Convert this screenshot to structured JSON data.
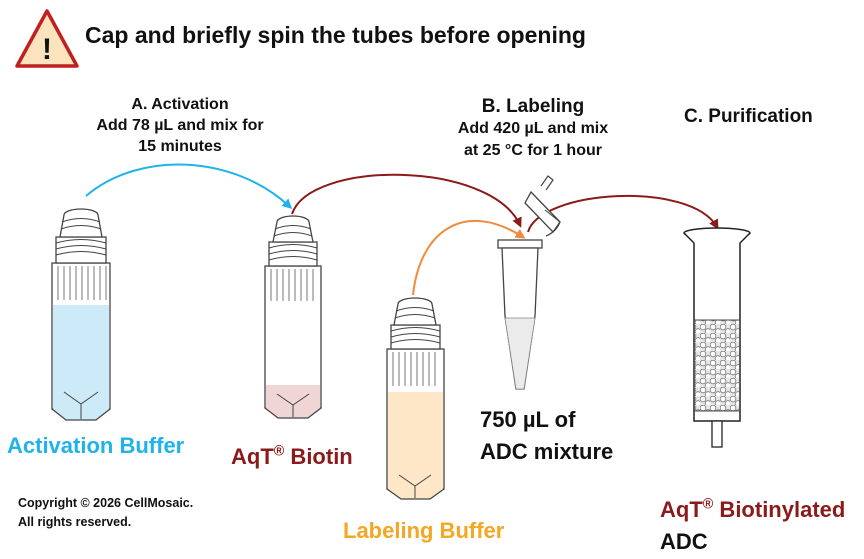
{
  "warning": {
    "icon_symbol": "!",
    "text": "Cap and briefly spin the tubes before opening",
    "icon_color": "#fbe3bd",
    "border_color": "#c0201e"
  },
  "steps": {
    "a_title": "A.  Activation",
    "a_line2": "Add 78 µL and mix for",
    "a_line3": "15 minutes",
    "b_title": "B. Labeling",
    "b_line2": "Add 420 µL and mix",
    "b_line3": "at 25 °C for 1 hour",
    "c_title": "C. Purification"
  },
  "labels": {
    "activation_buffer": "Activation Buffer",
    "aqt_prefix": "AqT",
    "aqt_reg": "®",
    "aqt_biotin_suffix": " Biotin",
    "mixture_line1": "750 µL of",
    "mixture_line2": "ADC mixture",
    "labeling_buffer": "Labeling Buffer",
    "product_suffix": " Biotinylated",
    "product_line2": "ADC"
  },
  "copyright": {
    "line1": "Copyright © 2026 CellMosaic.",
    "line2": "All rights reserved."
  },
  "colors": {
    "activation": "#1fb3ea",
    "aqt": "#8b1a1a",
    "labeling": "#f5a623",
    "activation_liquid": "#cdeaf8",
    "biotin_liquid": "#f0d5d5",
    "labeling_liquid": "#fde7c7",
    "orange_arrow": "#f08a3c"
  }
}
